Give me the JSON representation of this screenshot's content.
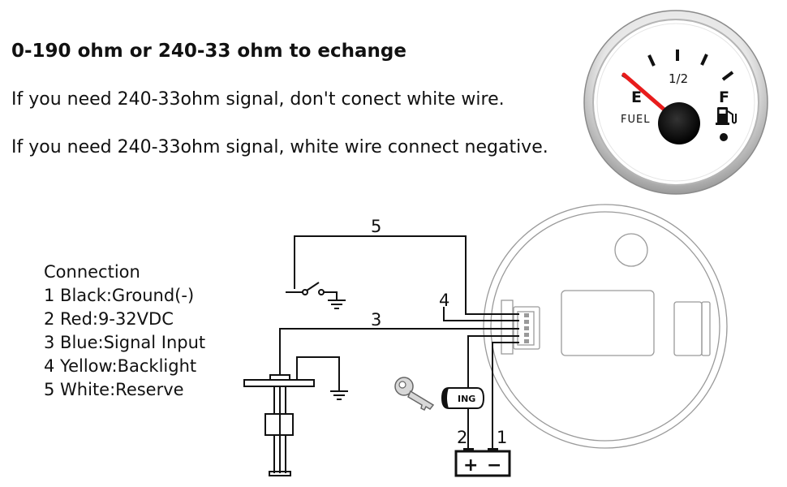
{
  "header": {
    "title": "0-190 ohm or 240-33 ohm to echange",
    "line1": "If you need 240-33ohm signal, don't conect white wire.",
    "line2": "If you need 240-33ohm signal, white wire connect negative."
  },
  "connection": {
    "heading": "Connection",
    "items": [
      "1 Black:Ground(-)",
      "2 Red:9-32VDC",
      "3 Blue:Signal Input",
      "4 Yellow:Backlight",
      "5 White:Reserve"
    ]
  },
  "gauge": {
    "empty_label": "E",
    "half_label": "1/2",
    "full_label": "F",
    "name_label": "FUEL",
    "needle_color": "#e81c1c",
    "icon": "fuel-pump-icon"
  },
  "diagram": {
    "wire_5_label": "5",
    "wire_4_label": "4",
    "wire_3_label": "3",
    "wire_2_label": "2",
    "wire_1_label": "1",
    "ignition_label": "ING",
    "battery_plus": "+",
    "battery_minus": "−",
    "icons": [
      "key-icon",
      "switch-icon",
      "ground-icon",
      "float-sensor-icon",
      "battery-icon"
    ]
  }
}
